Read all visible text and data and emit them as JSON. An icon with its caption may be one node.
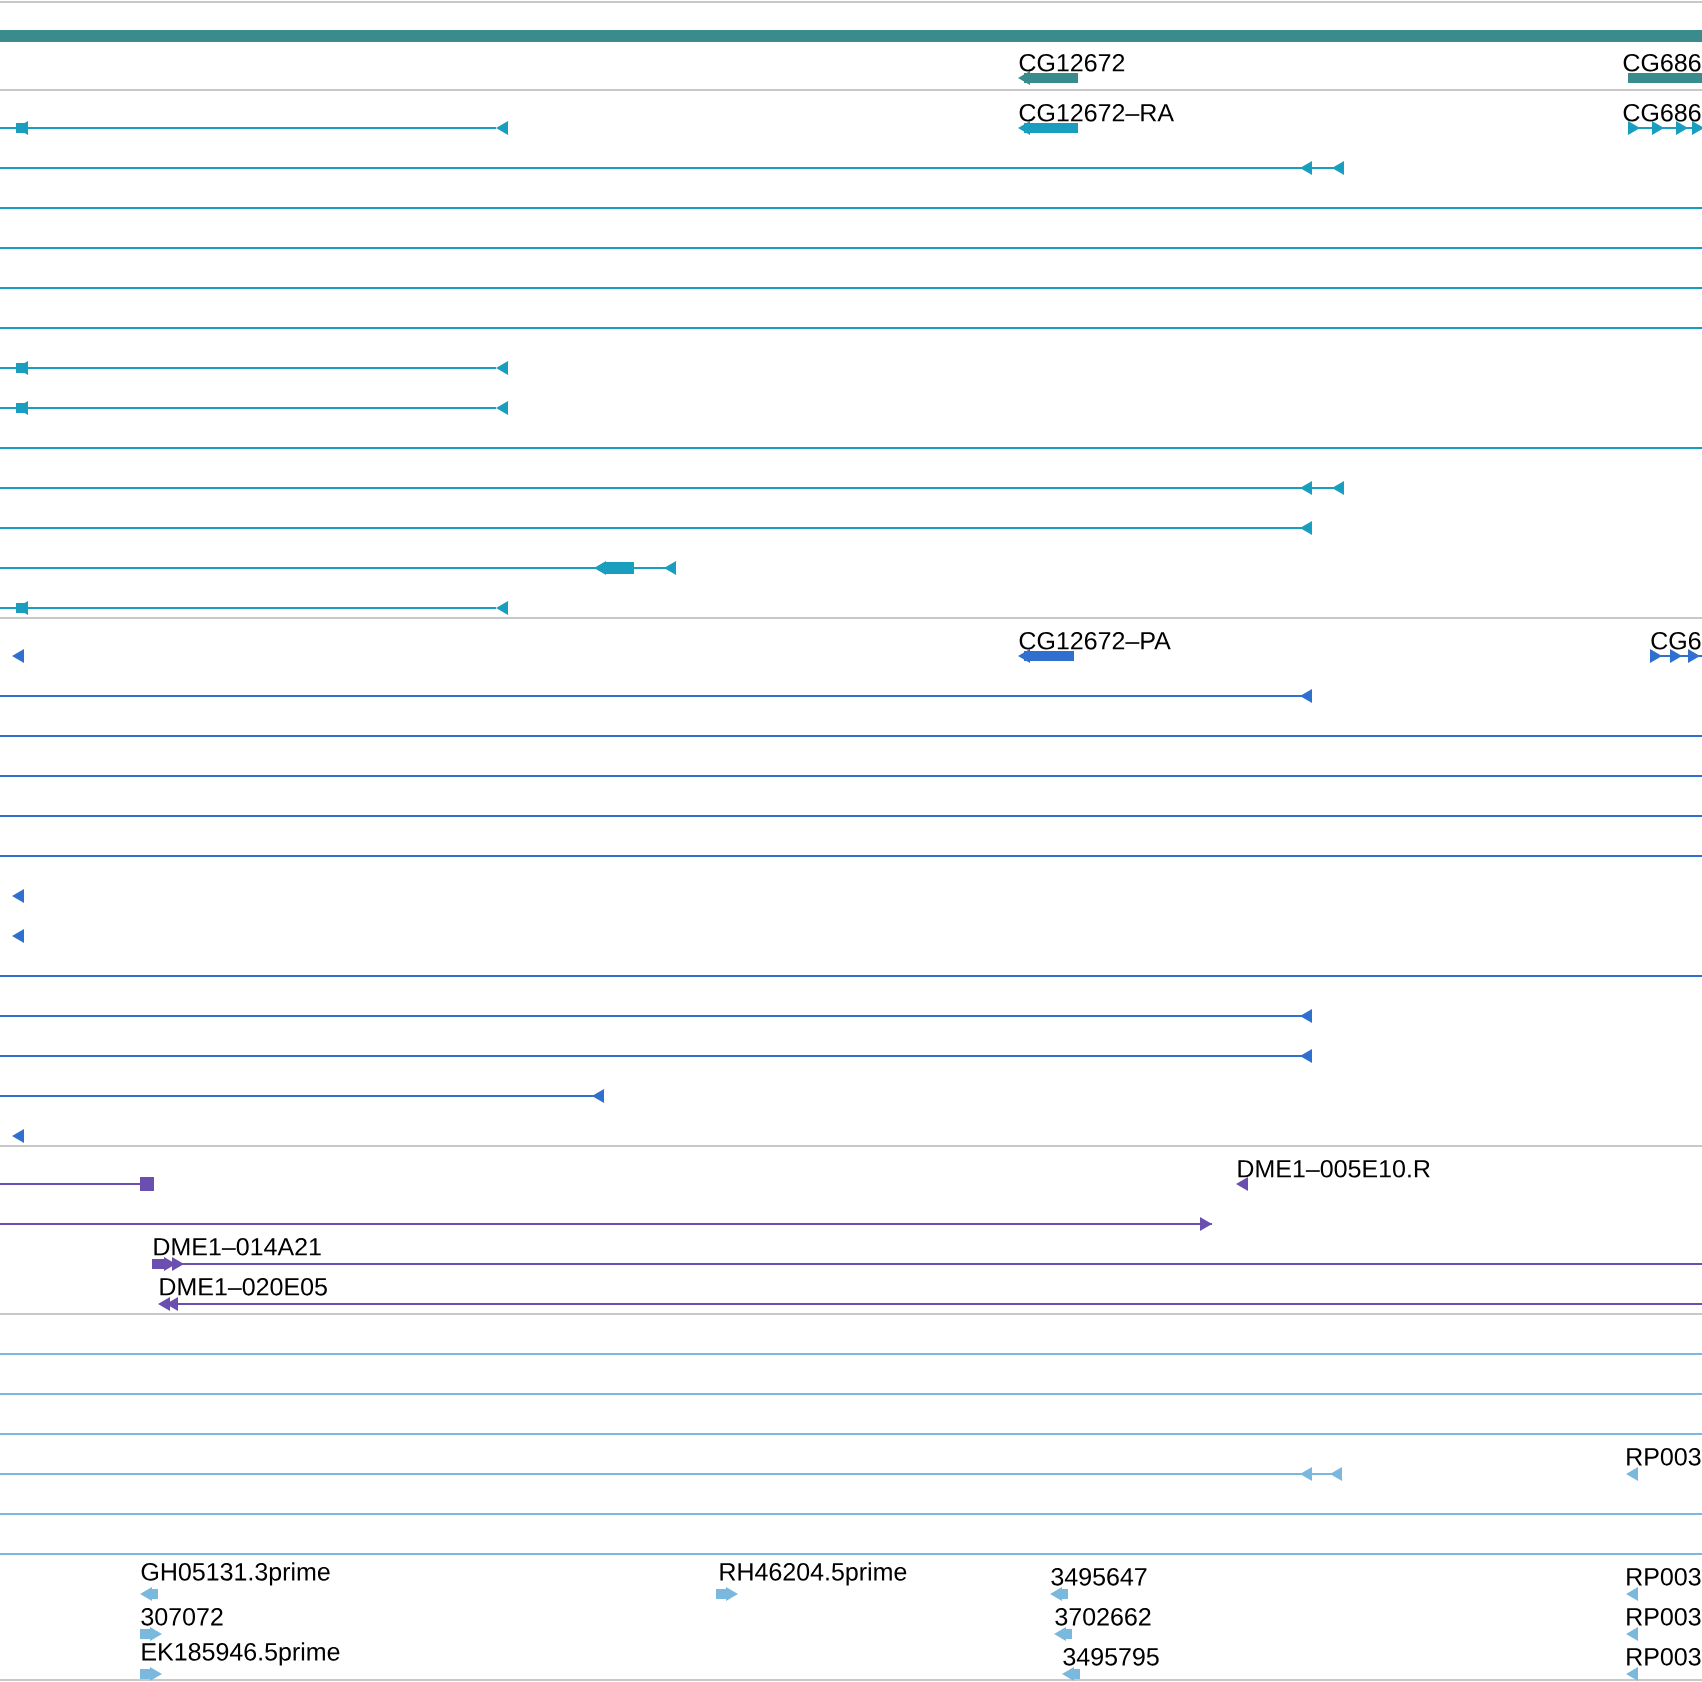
{
  "diagram": {
    "labels": [
      "CG12672",
      "CG686",
      "CG12672–RA",
      "CG686",
      "CG12672–PA",
      "CG6",
      "DME1–005E10.R",
      "DME1–014A21",
      "DME1–020E05",
      "RP003",
      "GH05131.3prime",
      "RH46204.5prime",
      "3495647",
      "RP003",
      "307072",
      "3702662",
      "RP003",
      "EK185946.5prime",
      "3495795",
      "RP003"
    ]
  }
}
